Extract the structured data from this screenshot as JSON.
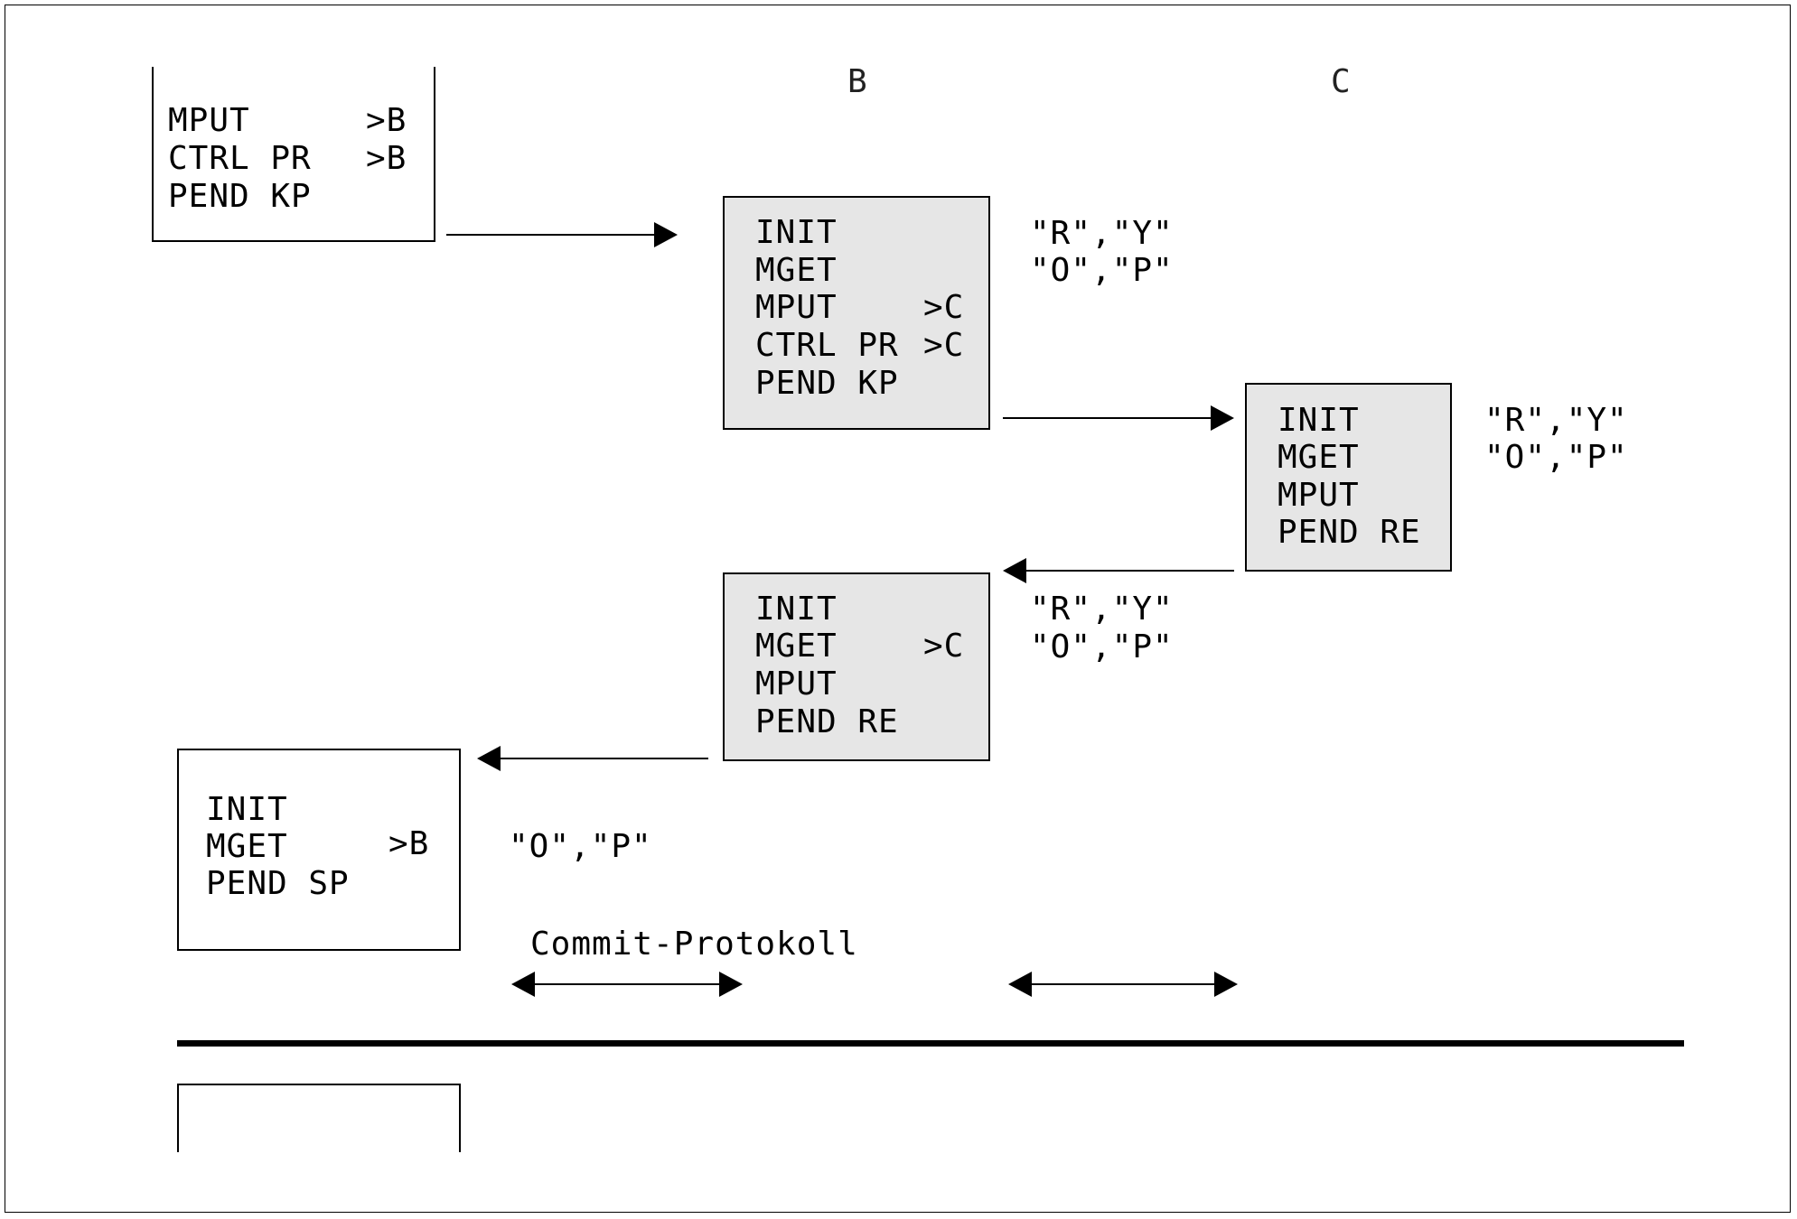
{
  "column_labels": {
    "b": "B",
    "c": "C"
  },
  "box_a_top": {
    "lines": [
      {
        "op": "MPUT",
        "target": ">B"
      },
      {
        "op": "CTRL PR",
        "target": ">B"
      },
      {
        "op": "PEND KP",
        "target": ""
      }
    ]
  },
  "box_b_first": {
    "lines": [
      {
        "op": "INIT",
        "target": ""
      },
      {
        "op": "MGET",
        "target": ""
      },
      {
        "op": "MPUT",
        "target": ">C"
      },
      {
        "op": "CTRL PR",
        "target": ">C"
      },
      {
        "op": "PEND KP",
        "target": ""
      }
    ],
    "status": [
      "\"R\",\"Y\"",
      "\"O\",\"P\""
    ]
  },
  "box_c": {
    "lines": [
      {
        "op": "INIT",
        "target": ""
      },
      {
        "op": "MGET",
        "target": ""
      },
      {
        "op": "MPUT",
        "target": ""
      },
      {
        "op": "PEND RE",
        "target": ""
      }
    ],
    "status": [
      "\"R\",\"Y\"",
      "\"O\",\"P\""
    ]
  },
  "box_b_second": {
    "lines": [
      {
        "op": "INIT",
        "target": ""
      },
      {
        "op": "MGET",
        "target": ">C"
      },
      {
        "op": "MPUT",
        "target": ""
      },
      {
        "op": "PEND RE",
        "target": ""
      }
    ],
    "status": [
      "\"R\",\"Y\"",
      "\"O\",\"P\""
    ]
  },
  "box_a_bottom": {
    "lines": [
      {
        "op": "INIT",
        "target": ""
      },
      {
        "op": "MGET",
        "target": ">B"
      },
      {
        "op": "PEND SP",
        "target": ""
      }
    ],
    "status": [
      "\"O\",\"P\""
    ]
  },
  "commit_label": "Commit-Protokoll"
}
